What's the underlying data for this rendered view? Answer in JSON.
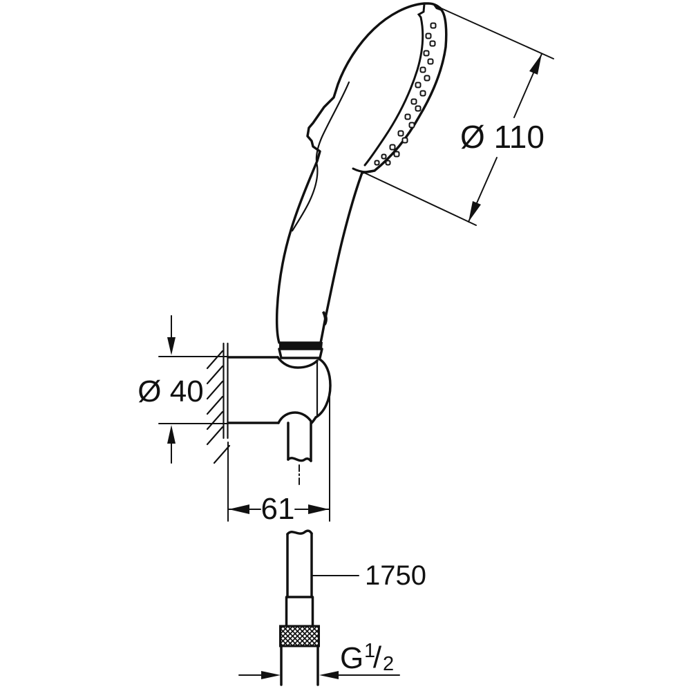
{
  "drawing": {
    "title": "hand-shower-set-dimension-drawing",
    "line_color": "#111111",
    "background": "#ffffff"
  },
  "dims": {
    "head_diameter": "Ø 110",
    "holder_diameter": "Ø 40",
    "holder_depth": "61",
    "hose_length": "1750",
    "thread_prefix": "G",
    "thread_numerator": "1",
    "thread_slash": "/",
    "thread_denominator": "2"
  }
}
